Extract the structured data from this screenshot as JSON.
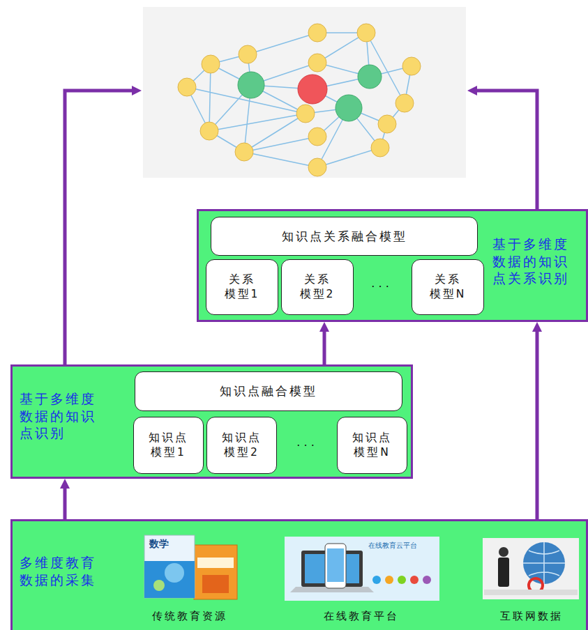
{
  "diagram": {
    "nodes": [
      {
        "text": [
          "基于多维度 数据的知识 点关系识别"
        ]
      },
      {
        "text": [
          "知识点关系融合模型"
        ],
        "in": 0
      },
      {
        "text": [
          "关系 模型1"
        ],
        "in": 0
      },
      {
        "text": [
          "关系 模型2"
        ],
        "in": 0
      },
      {
        "text": [
          "关系 模型N"
        ],
        "in": 0
      },
      {
        "text": [
          "基于多维度 数据的知识 点识别"
        ]
      },
      {
        "text": [
          "知识点融合模型"
        ],
        "in": 5
      },
      {
        "text": [
          "知识点 模型1"
        ],
        "in": 5
      },
      {
        "text": [
          "知识点 模型2"
        ],
        "in": 5
      },
      {
        "text": [
          "知识点 模型N"
        ],
        "in": 5
      },
      {
        "text": [
          "多维度教育 数据的采集"
        ]
      }
    ],
    "edges": [
      {
        "from": 10,
        "to": 5,
        "arrow": "to"
      },
      {
        "from": 10,
        "to": 0,
        "arrow": "to"
      },
      {
        "from": 5,
        "to": 0,
        "arrow": "to"
      }
    ],
    "labels": [
      "· · ·",
      "· · ·",
      "数学",
      "在线教育云平台",
      "传统教育资源",
      "在线教育平台",
      "互联网数据"
    ]
  }
}
